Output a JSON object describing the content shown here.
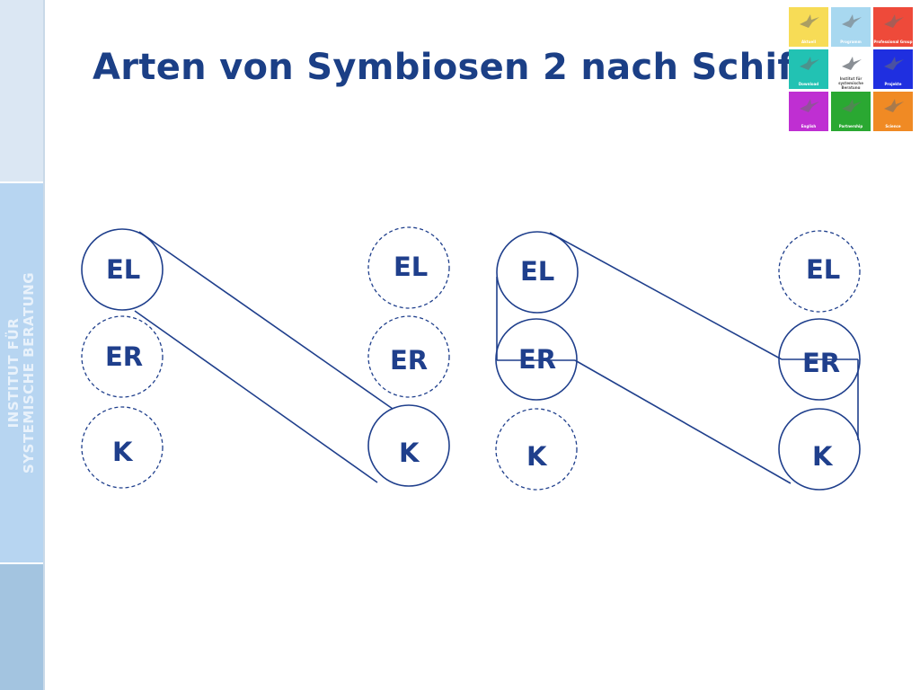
{
  "title": "Arten von Symbiosen 2 nach Schiff",
  "sidebar": {
    "line1": "INSTITUT FÜR",
    "line2": "SYSTEMISCHE BERATUNG"
  },
  "logo": {
    "tiles": [
      {
        "label": "Aktuell",
        "color": "#f7dc56"
      },
      {
        "label": "Programm",
        "color": "#a8d8f0"
      },
      {
        "label": "Professional Group",
        "color": "#ee4a3a"
      },
      {
        "label": "Download",
        "color": "#22c2b3"
      },
      {
        "label": "Institut für systemische Beratung",
        "color": "#ffffff"
      },
      {
        "label": "Projekte",
        "color": "#1f2fe0"
      },
      {
        "label": "English",
        "color": "#bf2fd2"
      },
      {
        "label": "Partnership",
        "color": "#2aa832"
      },
      {
        "label": "Science",
        "color": "#f08a24"
      }
    ]
  },
  "diagram": {
    "colors": {
      "line": "#1f3f8c",
      "dashed": "#1f3f8c"
    },
    "groups": [
      {
        "left": {
          "el": "EL",
          "er": "ER",
          "k": "K"
        },
        "right": {
          "el": "EL",
          "er": "ER",
          "k": "K"
        }
      },
      {
        "left": {
          "el": "EL",
          "er": "ER",
          "k": "K"
        },
        "right": {
          "el": "EL",
          "er": "ER",
          "k": "K"
        }
      }
    ]
  }
}
